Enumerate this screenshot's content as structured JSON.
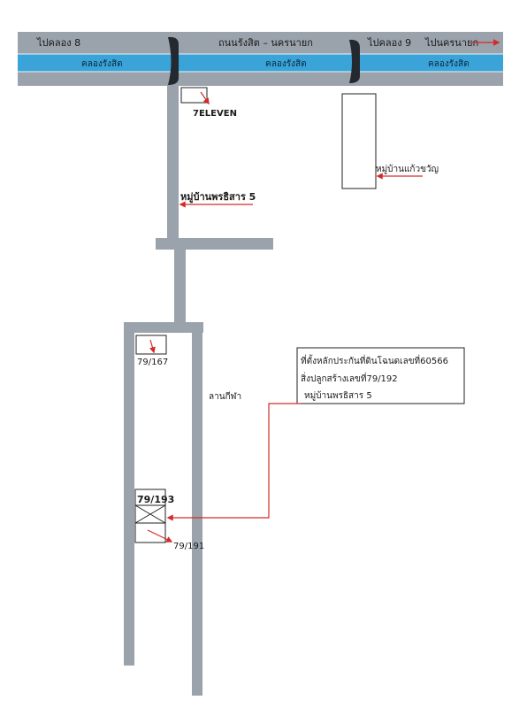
{
  "road": {
    "left_label": "ไปคลอง 8",
    "center_label": "ถนนรังสิต – นครนายก",
    "mid_label": "ไปคลอง 9",
    "right_label": "ไปนครนายก"
  },
  "canal": {
    "label_left": "คลองรังสิต",
    "label_center": "คลองรังสิต",
    "label_right": "คลองรังสิต"
  },
  "places": {
    "seven_eleven": "7ELEVEN",
    "village_kaew": "หมู่บ้านแก้วขวัญ",
    "village_pornsiri": "หมู่บ้านพรธิสาร 5",
    "open_field": "ลานกีฬา"
  },
  "plots": {
    "p167": "79/167",
    "p193": "79/193",
    "p191": "79/191"
  },
  "info_box": {
    "line1": "ที่ตั้งหลักประกันที่ดินโฉนดเลขที่60566",
    "line2": "สิ่งปลูกสร้างเลขที่79/192",
    "line3": "หมู่บ้านพรธิสาร 5"
  },
  "colors": {
    "road": "#9aa2ab",
    "canal": "#3aa3d8",
    "bridge": "#23292f",
    "arrow": "#d42a2a"
  }
}
